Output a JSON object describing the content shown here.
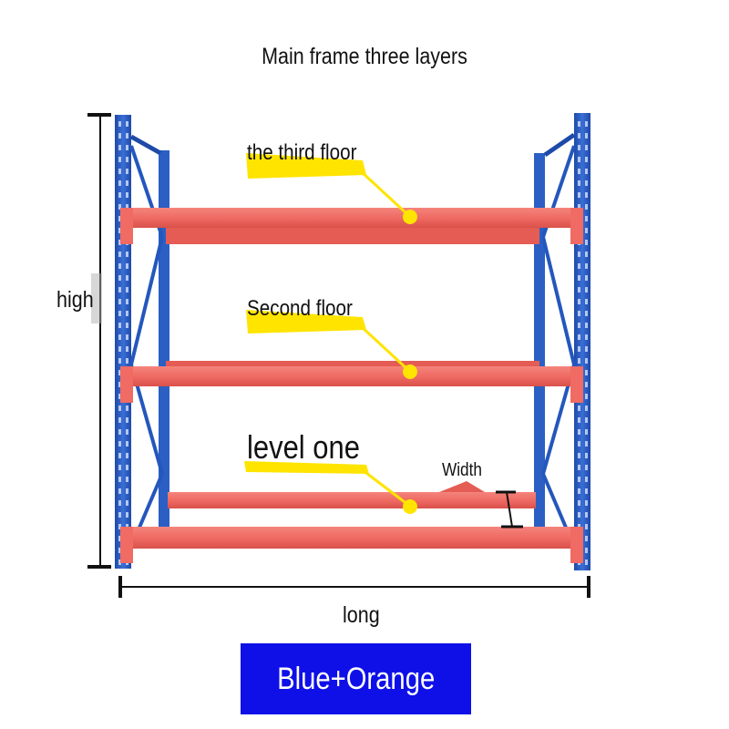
{
  "title": "Main frame three layers",
  "floors": [
    {
      "label": "the third floor"
    },
    {
      "label": "Second floor"
    },
    {
      "label": "level one"
    }
  ],
  "dimensions": {
    "height": "high",
    "length": "long",
    "width": "Width"
  },
  "color_badge": {
    "text": "Blue+Orange"
  },
  "colors": {
    "upright": "#2b5fc4",
    "upright_dark": "#173d8f",
    "beam": "#ef6b63",
    "beam_dark": "#d84e47",
    "highlight": "#ffe400",
    "badge": "#0f10e8",
    "dimension_line": "#111111"
  }
}
